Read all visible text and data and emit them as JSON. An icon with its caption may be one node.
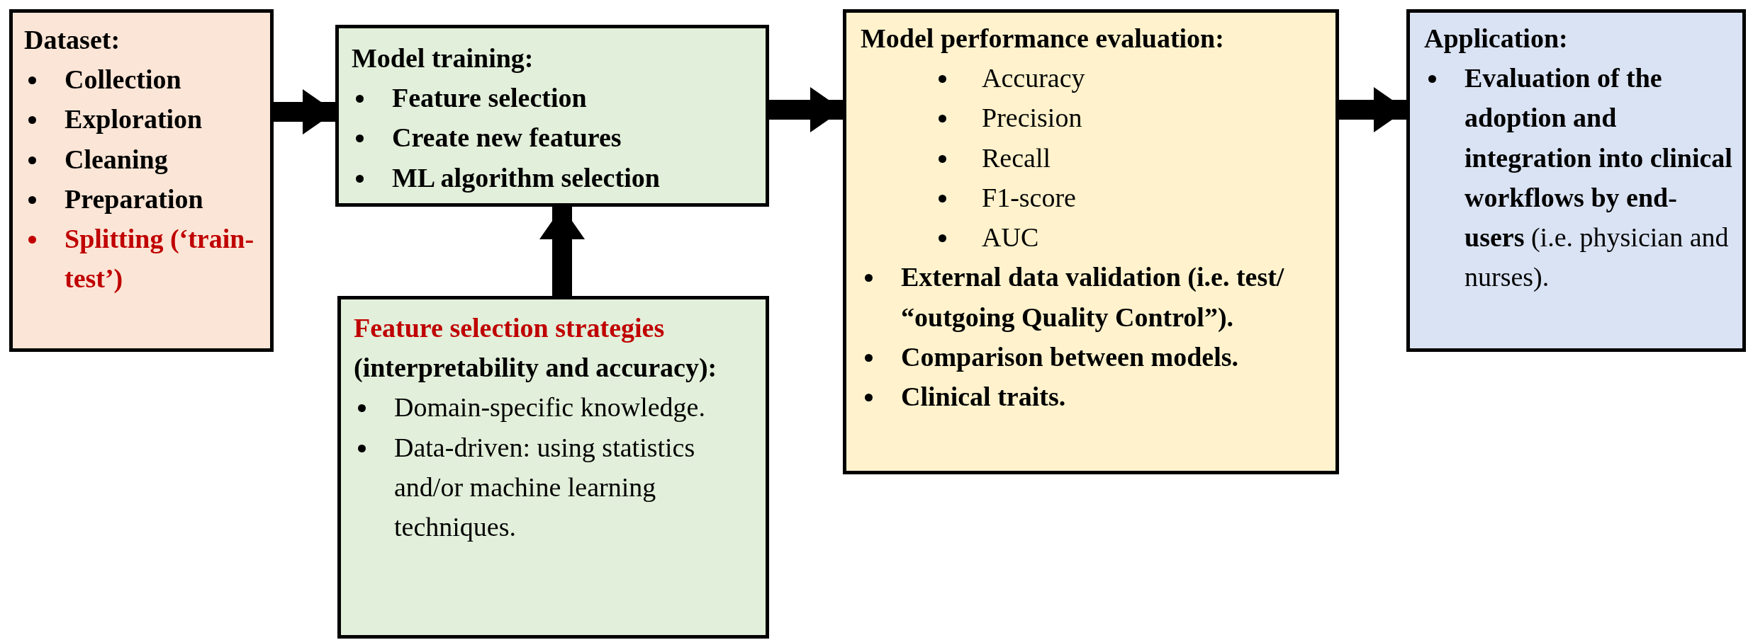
{
  "diagram": {
    "nodes": [
      {
        "text": [
          "Dataset:",
          "Collection",
          "Exploration",
          "Cleaning",
          "Preparation",
          "Splitting (‘train-test’)"
        ]
      },
      {
        "text": [
          "Model training:",
          "Feature selection",
          "Create new features",
          "ML algorithm selection"
        ]
      },
      {
        "text": [
          "Feature selection strategies",
          "(interpretability and accuracy):",
          "Domain-specific knowledge.",
          "Data-driven: using statistics and/or machine learning techniques."
        ]
      },
      {
        "text": [
          "Model performance evaluation:",
          "Accuracy",
          "Precision",
          "Recall",
          "F1-score",
          "AUC",
          "External data validation (i.e. test/ “outgoing Quality Control”).",
          "Comparison between models.",
          "Clinical traits."
        ]
      },
      {
        "text": [
          "Application:",
          "**Evaluation of the adoption and integration into clinical workflows by end-users** (i.e. physician and nurses)."
        ]
      }
    ],
    "edges": [
      {
        "from": 0,
        "to": 1,
        "arrow": "to"
      },
      {
        "from": 1,
        "to": 3,
        "arrow": "to"
      },
      {
        "from": 3,
        "to": 4,
        "arrow": "to"
      },
      {
        "from": 2,
        "to": 1,
        "arrow": "to"
      }
    ]
  }
}
